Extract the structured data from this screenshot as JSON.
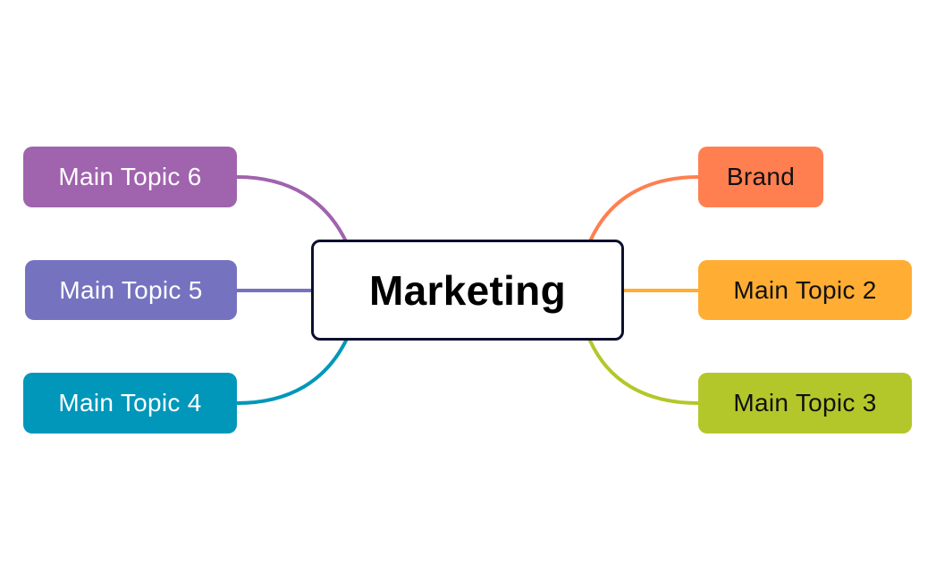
{
  "central_topic": {
    "label": "Marketing",
    "border_color": "#0d0f2e"
  },
  "topics": {
    "brand": {
      "label": "Brand",
      "color": "#ff7f50",
      "line_color": "#ff7f50"
    },
    "topic2": {
      "label": "Main Topic 2",
      "color": "#ffad33",
      "line_color": "#ffad33"
    },
    "topic3": {
      "label": "Main Topic 3",
      "color": "#b4c72a",
      "line_color": "#b4c72a"
    },
    "topic4": {
      "label": "Main Topic 4",
      "color": "#0097ba",
      "line_color": "#0097ba"
    },
    "topic5": {
      "label": "Main Topic 5",
      "color": "#7573bf",
      "line_color": "#7573bf"
    },
    "topic6": {
      "label": "Main Topic 6",
      "color": "#a063ad",
      "line_color": "#a063ad"
    }
  }
}
